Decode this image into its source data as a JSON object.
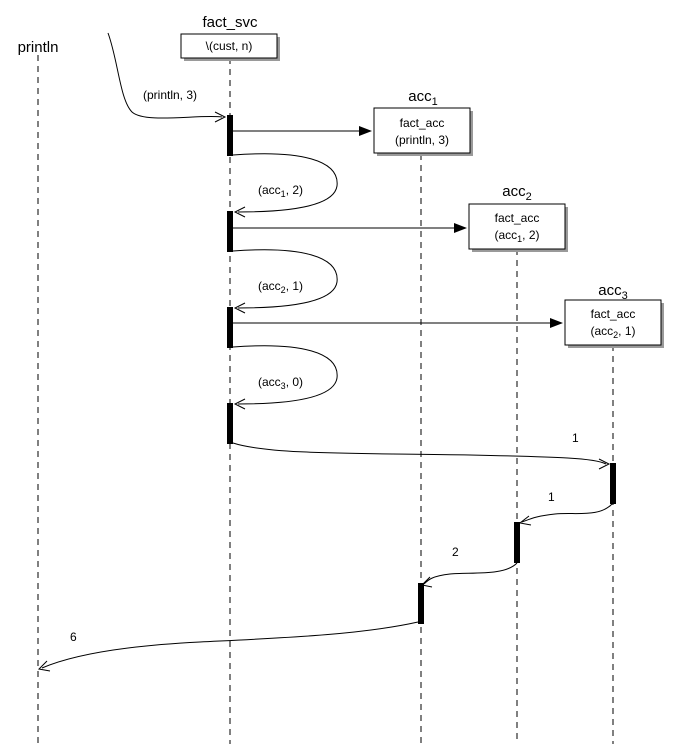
{
  "actors": {
    "println": {
      "name": "println"
    },
    "fact_svc": {
      "name": "fact_svc",
      "box_line1": "\\(cust, n)"
    },
    "acc1": {
      "name": "acc",
      "sub": "1",
      "box_line1": "fact_acc",
      "box_line2": "(println, 3)"
    },
    "acc2": {
      "name": "acc",
      "sub": "2",
      "box_line1": "fact_acc",
      "box_line2_pre": "(acc",
      "box_line2_sub": "1",
      "box_line2_post": ", 2)"
    },
    "acc3": {
      "name": "acc",
      "sub": "3",
      "box_line1": "fact_acc",
      "box_line2_pre": "(acc",
      "box_line2_sub": "2",
      "box_line2_post": ", 1)"
    }
  },
  "messages": {
    "m_initial": {
      "label": "(println, 3)"
    },
    "m_loop1": {
      "pre": "(acc",
      "sub": "1",
      "post": ", 2)"
    },
    "m_loop2": {
      "pre": "(acc",
      "sub": "2",
      "post": ", 1)"
    },
    "m_loop3": {
      "pre": "(acc",
      "sub": "3",
      "post": ", 0)"
    },
    "m_to_acc3": {
      "label": "1"
    },
    "m_acc3_to_acc2": {
      "label": "1"
    },
    "m_acc2_to_acc1": {
      "label": "2"
    },
    "m_acc1_to_println": {
      "label": "6"
    }
  }
}
